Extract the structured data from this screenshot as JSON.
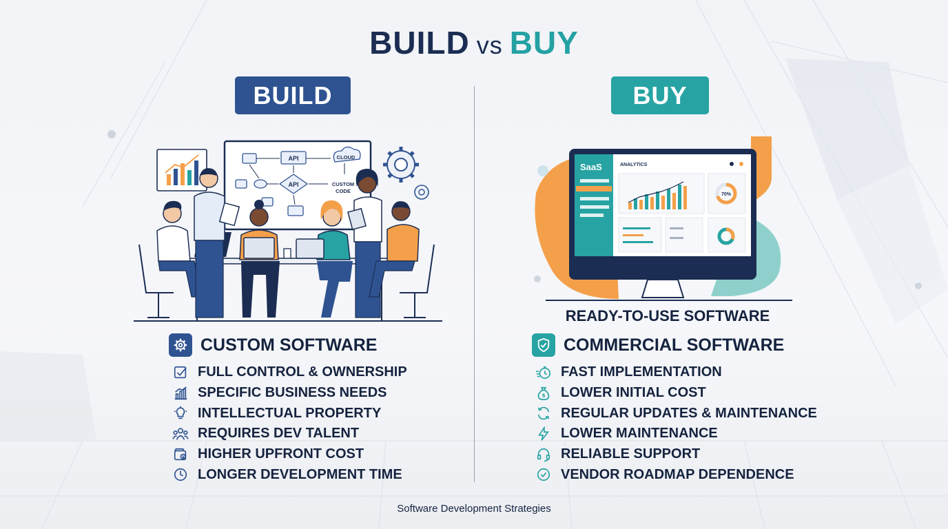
{
  "header": {
    "build": "BUILD",
    "vs": "vs",
    "buy": "BUY"
  },
  "build": {
    "badge": "BUILD",
    "whiteboard": {
      "api_1": "API",
      "api_2": "API",
      "cloud": "CLOUD",
      "custom_code_1": "CUSTOM",
      "custom_code_2": "CODE"
    },
    "section_title": "CUSTOM SOFTWARE",
    "section_icon": "gear-icon",
    "items": [
      {
        "icon": "checkbox-icon",
        "label": "FULL CONTROL & OWNERSHIP"
      },
      {
        "icon": "bar-chart-icon",
        "label": "SPECIFIC BUSINESS NEEDS"
      },
      {
        "icon": "lightbulb-icon",
        "label": "INTELLECTUAL PROPERTY"
      },
      {
        "icon": "team-icon",
        "label": "REQUIRES DEV TALENT"
      },
      {
        "icon": "wallet-icon",
        "label": "HIGHER UPFRONT COST"
      },
      {
        "icon": "clock-icon",
        "label": "LONGER DEVELOPMENT TIME"
      }
    ]
  },
  "buy": {
    "badge": "BUY",
    "dashboard": {
      "brand": "SaaS",
      "title": "ANALYTICS",
      "donut_pct": "70%"
    },
    "caption": "READY-TO-USE SOFTWARE",
    "section_title": "COMMERCIAL SOFTWARE",
    "section_icon": "shield-check-icon",
    "items": [
      {
        "icon": "stopwatch-icon",
        "label": "FAST IMPLEMENTATION"
      },
      {
        "icon": "money-bag-icon",
        "label": "LOWER INITIAL COST"
      },
      {
        "icon": "refresh-icon",
        "label": "REGULAR UPDATES & MAINTENANCE"
      },
      {
        "icon": "lightning-icon",
        "label": "LOWER MAINTENANCE"
      },
      {
        "icon": "headset-icon",
        "label": "RELIABLE SUPPORT"
      },
      {
        "icon": "check-circle-icon",
        "label": "VENDOR ROADMAP DEPENDENCE"
      }
    ]
  },
  "footer": "Software Development Strategies",
  "colors": {
    "navy": "#1b2d52",
    "build_blue": "#2f5391",
    "teal": "#27a3a3",
    "orange": "#f4a04a"
  }
}
